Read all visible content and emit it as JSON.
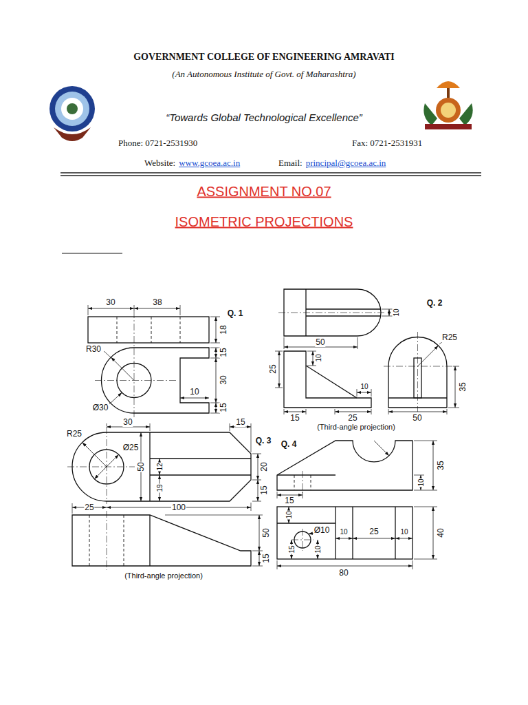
{
  "diagram": {
    "title": "ASSIGNMENT NO.07",
    "labels": [
      "GOVERNMENT COLLEGE OF ENGINEERING AMRAVATI",
      "(An Autonomous Institute of Govt. of Maharashtra)",
      "“Towards Global Technological Excellence”",
      "Phone: 0721-2531930",
      "Fax: 0721-2531931",
      "Website:",
      "www.gcoea.ac.in",
      "Email:",
      "principal@gcoea.ac.in",
      "ISOMETRIC PROJECTIONS",
      "30",
      "38",
      "18",
      "R30",
      "15",
      "30",
      "10",
      "15",
      "Ø30",
      "Q. 1",
      "Q. 2",
      "10",
      "50",
      "25",
      "10",
      "R25",
      "10",
      "35",
      "15",
      "25",
      "50",
      "(Third-angle projection)",
      "R25",
      "30",
      "15",
      "Q. 3",
      "Ø25",
      "50",
      "12",
      "19",
      "20",
      "15",
      "100",
      "25",
      "50",
      "15",
      "(Third-angle projection)",
      "Q. 4",
      "35",
      "10",
      "15",
      "10",
      "Ø10",
      "10",
      "25",
      "10",
      "40",
      "15",
      "10",
      "80"
    ]
  }
}
